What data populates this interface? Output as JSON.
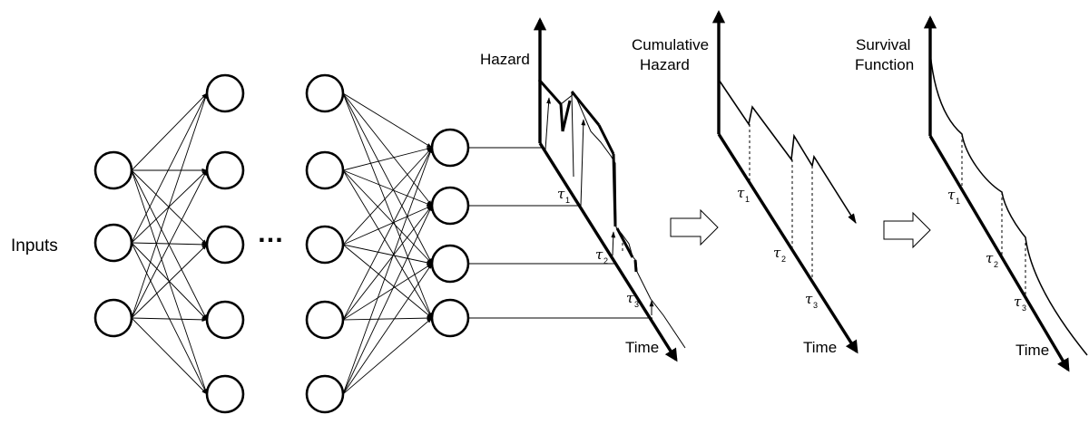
{
  "labels": {
    "inputs": "Inputs",
    "ellipsis": "…",
    "hazard": "Hazard",
    "cumulative_hazard_line1": "Cumulative",
    "cumulative_hazard_line2": "Hazard",
    "survival_line1": "Survival",
    "survival_line2": "Function",
    "time": "Time"
  },
  "tau": {
    "symbol": "τ",
    "subscripts": [
      "1",
      "2",
      "3"
    ]
  },
  "network": {
    "layers": [
      {
        "name": "input-layer",
        "nodes": 3
      },
      {
        "name": "hidden-layer-1",
        "nodes": 5
      },
      {
        "name": "hidden-layer-k",
        "nodes": 5
      },
      {
        "name": "output-layer",
        "nodes": 4
      }
    ]
  },
  "panels": [
    "hazard",
    "cumulative-hazard",
    "survival-function"
  ]
}
